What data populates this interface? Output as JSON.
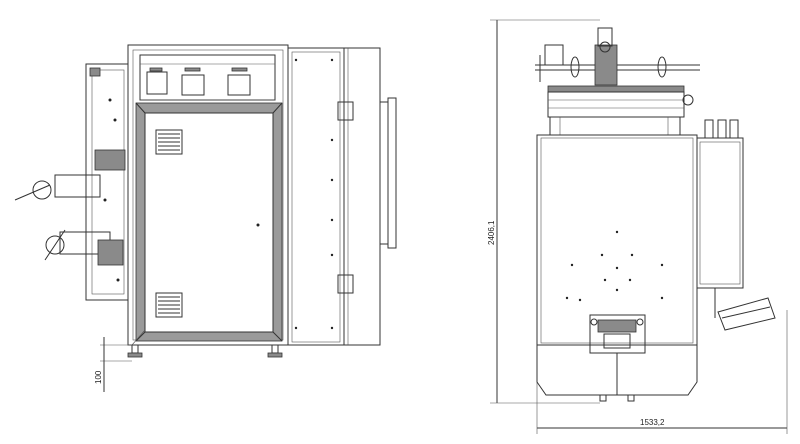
{
  "dimensions": {
    "height": "2406,1",
    "width": "1533,2",
    "foot_clearance": "100"
  },
  "colors": {
    "line": "#333333",
    "shade": "#8a8a8a",
    "background": "#ffffff"
  }
}
